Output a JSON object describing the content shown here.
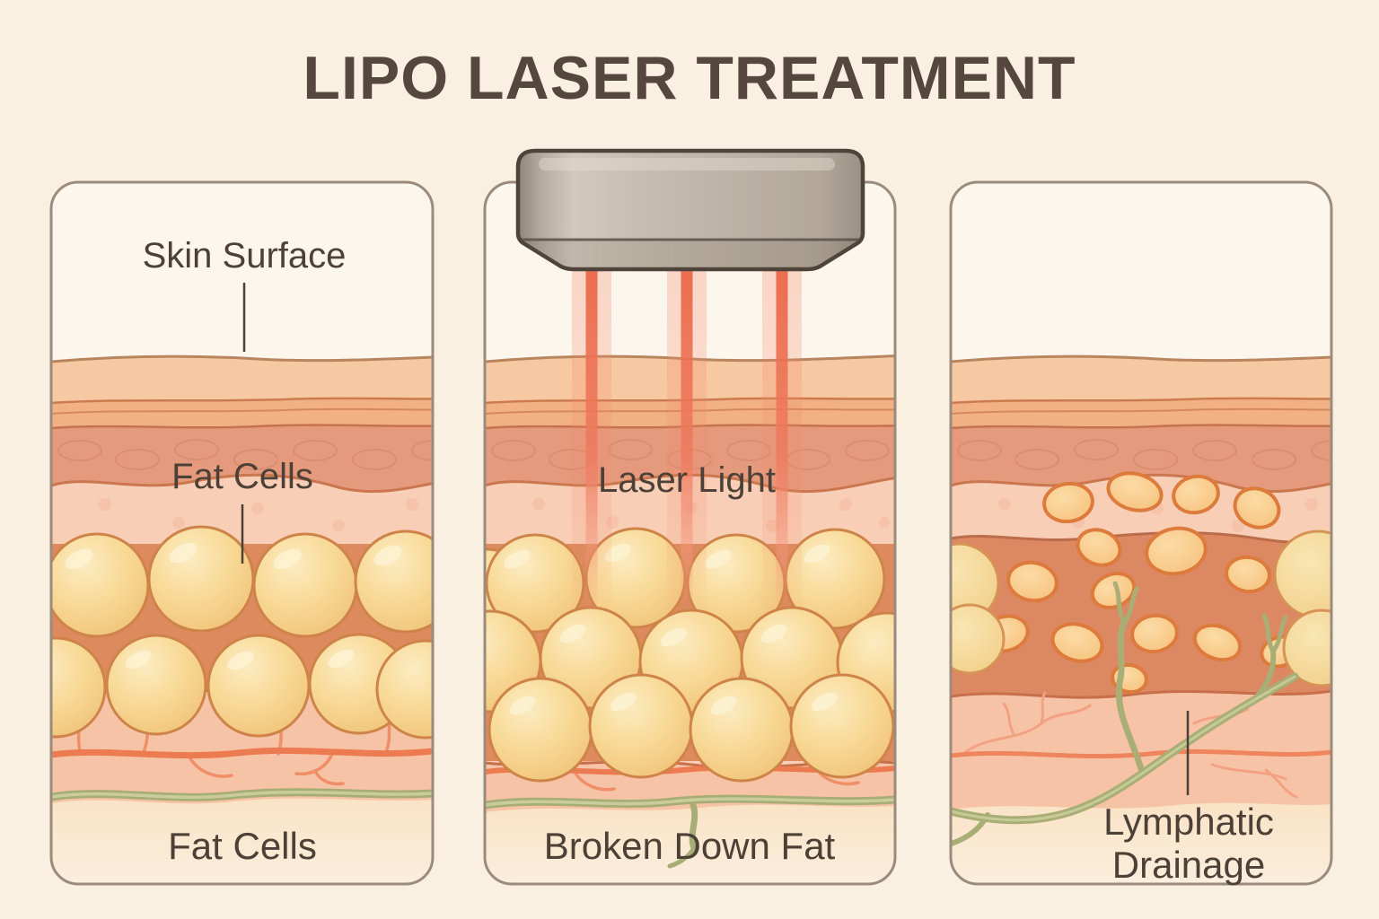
{
  "title": "LIPO LASER TREATMENT",
  "panels": {
    "before": {
      "labels": {
        "skin_surface": "Skin Surface",
        "fat_cells": "Fat Cells"
      },
      "caption": "Fat Cells"
    },
    "during": {
      "labels": {
        "laser_light": "Laser Light"
      },
      "caption": "Broken Down Fat"
    },
    "after": {
      "labels": {
        "lymphatic_line1": "Lymphatic",
        "lymphatic_line2": "Drainage"
      }
    }
  },
  "icons": {
    "laser_device": "laser-device-handpiece",
    "laser_beams": "laser-beams",
    "blood_vessel": "blood-vessel",
    "lymph_vessel": "lymphatic-vessel"
  },
  "colors": {
    "background": "#faf0e2",
    "panel_background": "#fdf6ec",
    "panel_border": "#9b8b7c",
    "title_text": "#55473d",
    "label_text": "#4c4037",
    "epidermis": "#f7c9a2",
    "dermis_band": "#f1b185",
    "dermis": "#e59a7d",
    "hypodermis": "#f8ceb6",
    "fat_cell": "#f6d18d",
    "fat_matrix": "#dc8a5e",
    "broken_fat_blob": "#f9c583",
    "laser_beam": "#ec6b4d",
    "device_body": "#bdb3a6",
    "blood_vessel": "#ec7b51",
    "lymph_vessel": "#a8ad75",
    "bottom_tissue": "#f9e3c6"
  }
}
